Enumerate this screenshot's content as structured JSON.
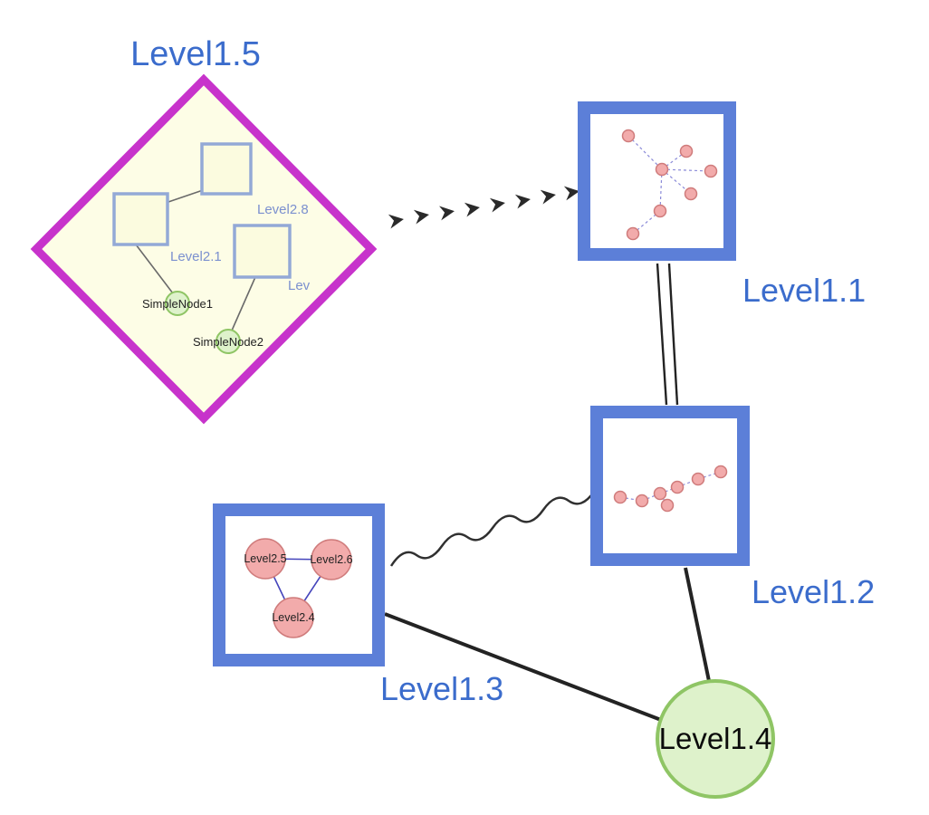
{
  "diagram": {
    "colors": {
      "label_blue": "#3b6ccc",
      "inner_label_blue": "#7b90cf",
      "diamond_stroke": "#c733cb",
      "diamond_fill": "#fdfde6",
      "group_square_stroke": "#5c7fd8",
      "inner_square_stroke": "#93a9d6",
      "inner_square_fill": "#fbfbdf",
      "green_fill": "#def2cb",
      "green_stroke": "#8fc565",
      "pink_fill": "#f2abab",
      "pink_stroke": "#cf7b7b",
      "edge_dark": "#232323",
      "inner_edge_blue": "#4444bb"
    },
    "nodes": {
      "level1_5": {
        "label": "Level1.5",
        "type": "diamond-group"
      },
      "level1_1": {
        "label": "Level1.1",
        "type": "square-group"
      },
      "level1_2": {
        "label": "Level1.2",
        "type": "square-group"
      },
      "level1_3": {
        "label": "Level1.3",
        "type": "square-group"
      },
      "level1_4": {
        "label": "Level1.4",
        "type": "circle"
      },
      "level2_8": {
        "label": "Level2.8",
        "type": "square"
      },
      "level2_1": {
        "label": "Level2.1",
        "type": "square"
      },
      "level2_x": {
        "label": "Lev",
        "type": "square"
      },
      "simple_node1": {
        "label": "SimpleNode1",
        "type": "circle"
      },
      "simple_node2": {
        "label": "SimpleNode2",
        "type": "circle"
      },
      "level2_5": {
        "label": "Level2.5",
        "type": "circle"
      },
      "level2_6": {
        "label": "Level2.6",
        "type": "circle"
      },
      "level2_4": {
        "label": "Level2.4",
        "type": "circle"
      }
    },
    "edges": [
      {
        "from": "Level1.5",
        "to": "Level1.1",
        "style": "dashed-arrow"
      },
      {
        "from": "Level1.1",
        "to": "Level1.2",
        "style": "double-line"
      },
      {
        "from": "Level1.3",
        "to": "Level1.2",
        "style": "wavy"
      },
      {
        "from": "Level1.3",
        "to": "Level1.4",
        "style": "solid"
      },
      {
        "from": "Level1.2",
        "to": "Level1.4",
        "style": "solid"
      },
      {
        "from": "Level2.1",
        "to": "Level2.8",
        "style": "thin-gray"
      },
      {
        "from": "Level2.1",
        "to": "SimpleNode1",
        "style": "thin-gray"
      },
      {
        "from": "Lev",
        "to": "SimpleNode2",
        "style": "thin-gray"
      }
    ]
  }
}
